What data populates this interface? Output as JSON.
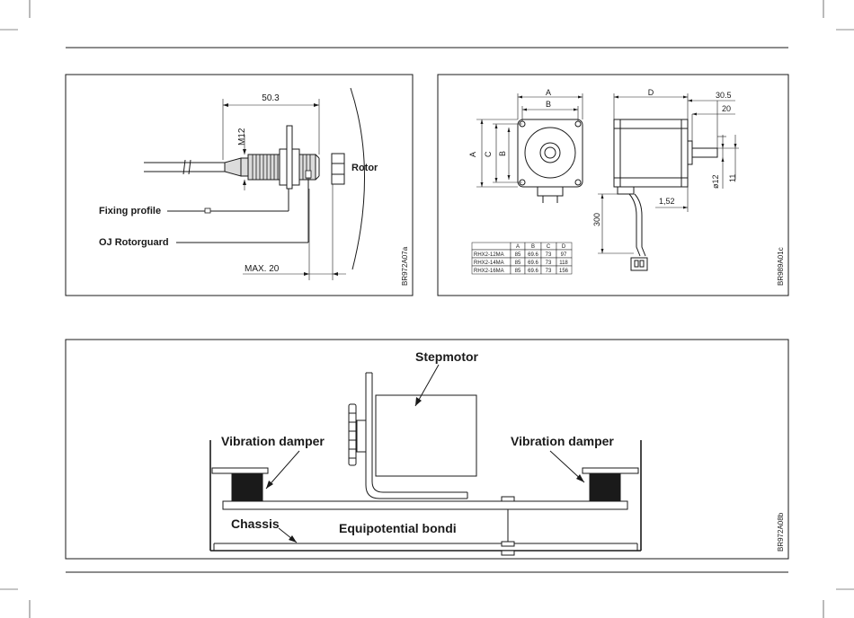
{
  "panel_sensor": {
    "dim_top": "50.3",
    "dim_m12": "M12",
    "rotor_label": "Rotor",
    "fixing_label": "Fixing profile",
    "rotorguard_label": "OJ Rotorguard",
    "max_label": "MAX. 20",
    "ref_code": "BR972A07a"
  },
  "panel_motor": {
    "dims": {
      "A": "A",
      "B": "B",
      "C": "C",
      "D": "D",
      "d305": "30.5",
      "d20": "20",
      "d12": "ø12",
      "d11": "11",
      "d152": "1,52",
      "d300": "300"
    },
    "table": {
      "headers": [
        "",
        "A",
        "B",
        "C",
        "D"
      ],
      "rows": [
        [
          "RHX2-12MA",
          "85",
          "69.6",
          "73",
          "97"
        ],
        [
          "RHX2-14MA",
          "85",
          "69.6",
          "73",
          "118"
        ],
        [
          "RHX2-16MA",
          "85",
          "69.6",
          "73",
          "156"
        ]
      ]
    },
    "ref_code": "BR989A01c"
  },
  "panel_assembly": {
    "stepmotor_label": "Stepmotor",
    "damper_left_label": "Vibration damper",
    "damper_right_label": "Vibration damper",
    "chassis_label": "Chassis",
    "equipotential_label": "Equipotential bondi",
    "ref_code": "BR972A08b"
  }
}
